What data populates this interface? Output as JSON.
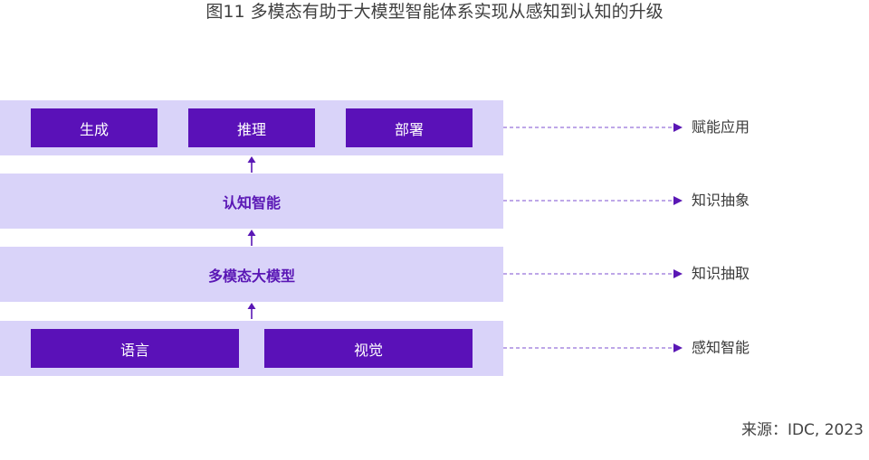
{
  "title": "图11 多模态有助于大模型智能体系实现从感知到认知的升级",
  "layers": {
    "application": {
      "items": [
        "生成",
        "推理",
        "部署"
      ],
      "side_label": "赋能应用"
    },
    "cognition": {
      "label": "认知智能",
      "side_label": "知识抽象"
    },
    "multimodal": {
      "label": "多模态大模型",
      "side_label": "知识抽取"
    },
    "perception": {
      "items": [
        "语言",
        "视觉"
      ],
      "side_label": "感知智能"
    }
  },
  "source": "来源：IDC, 2023",
  "colors": {
    "layer_bg": "#d9d3f9",
    "box_bg": "#5a11b8",
    "accent": "#5a17b5",
    "dashed_line": "#7c4fd0"
  }
}
